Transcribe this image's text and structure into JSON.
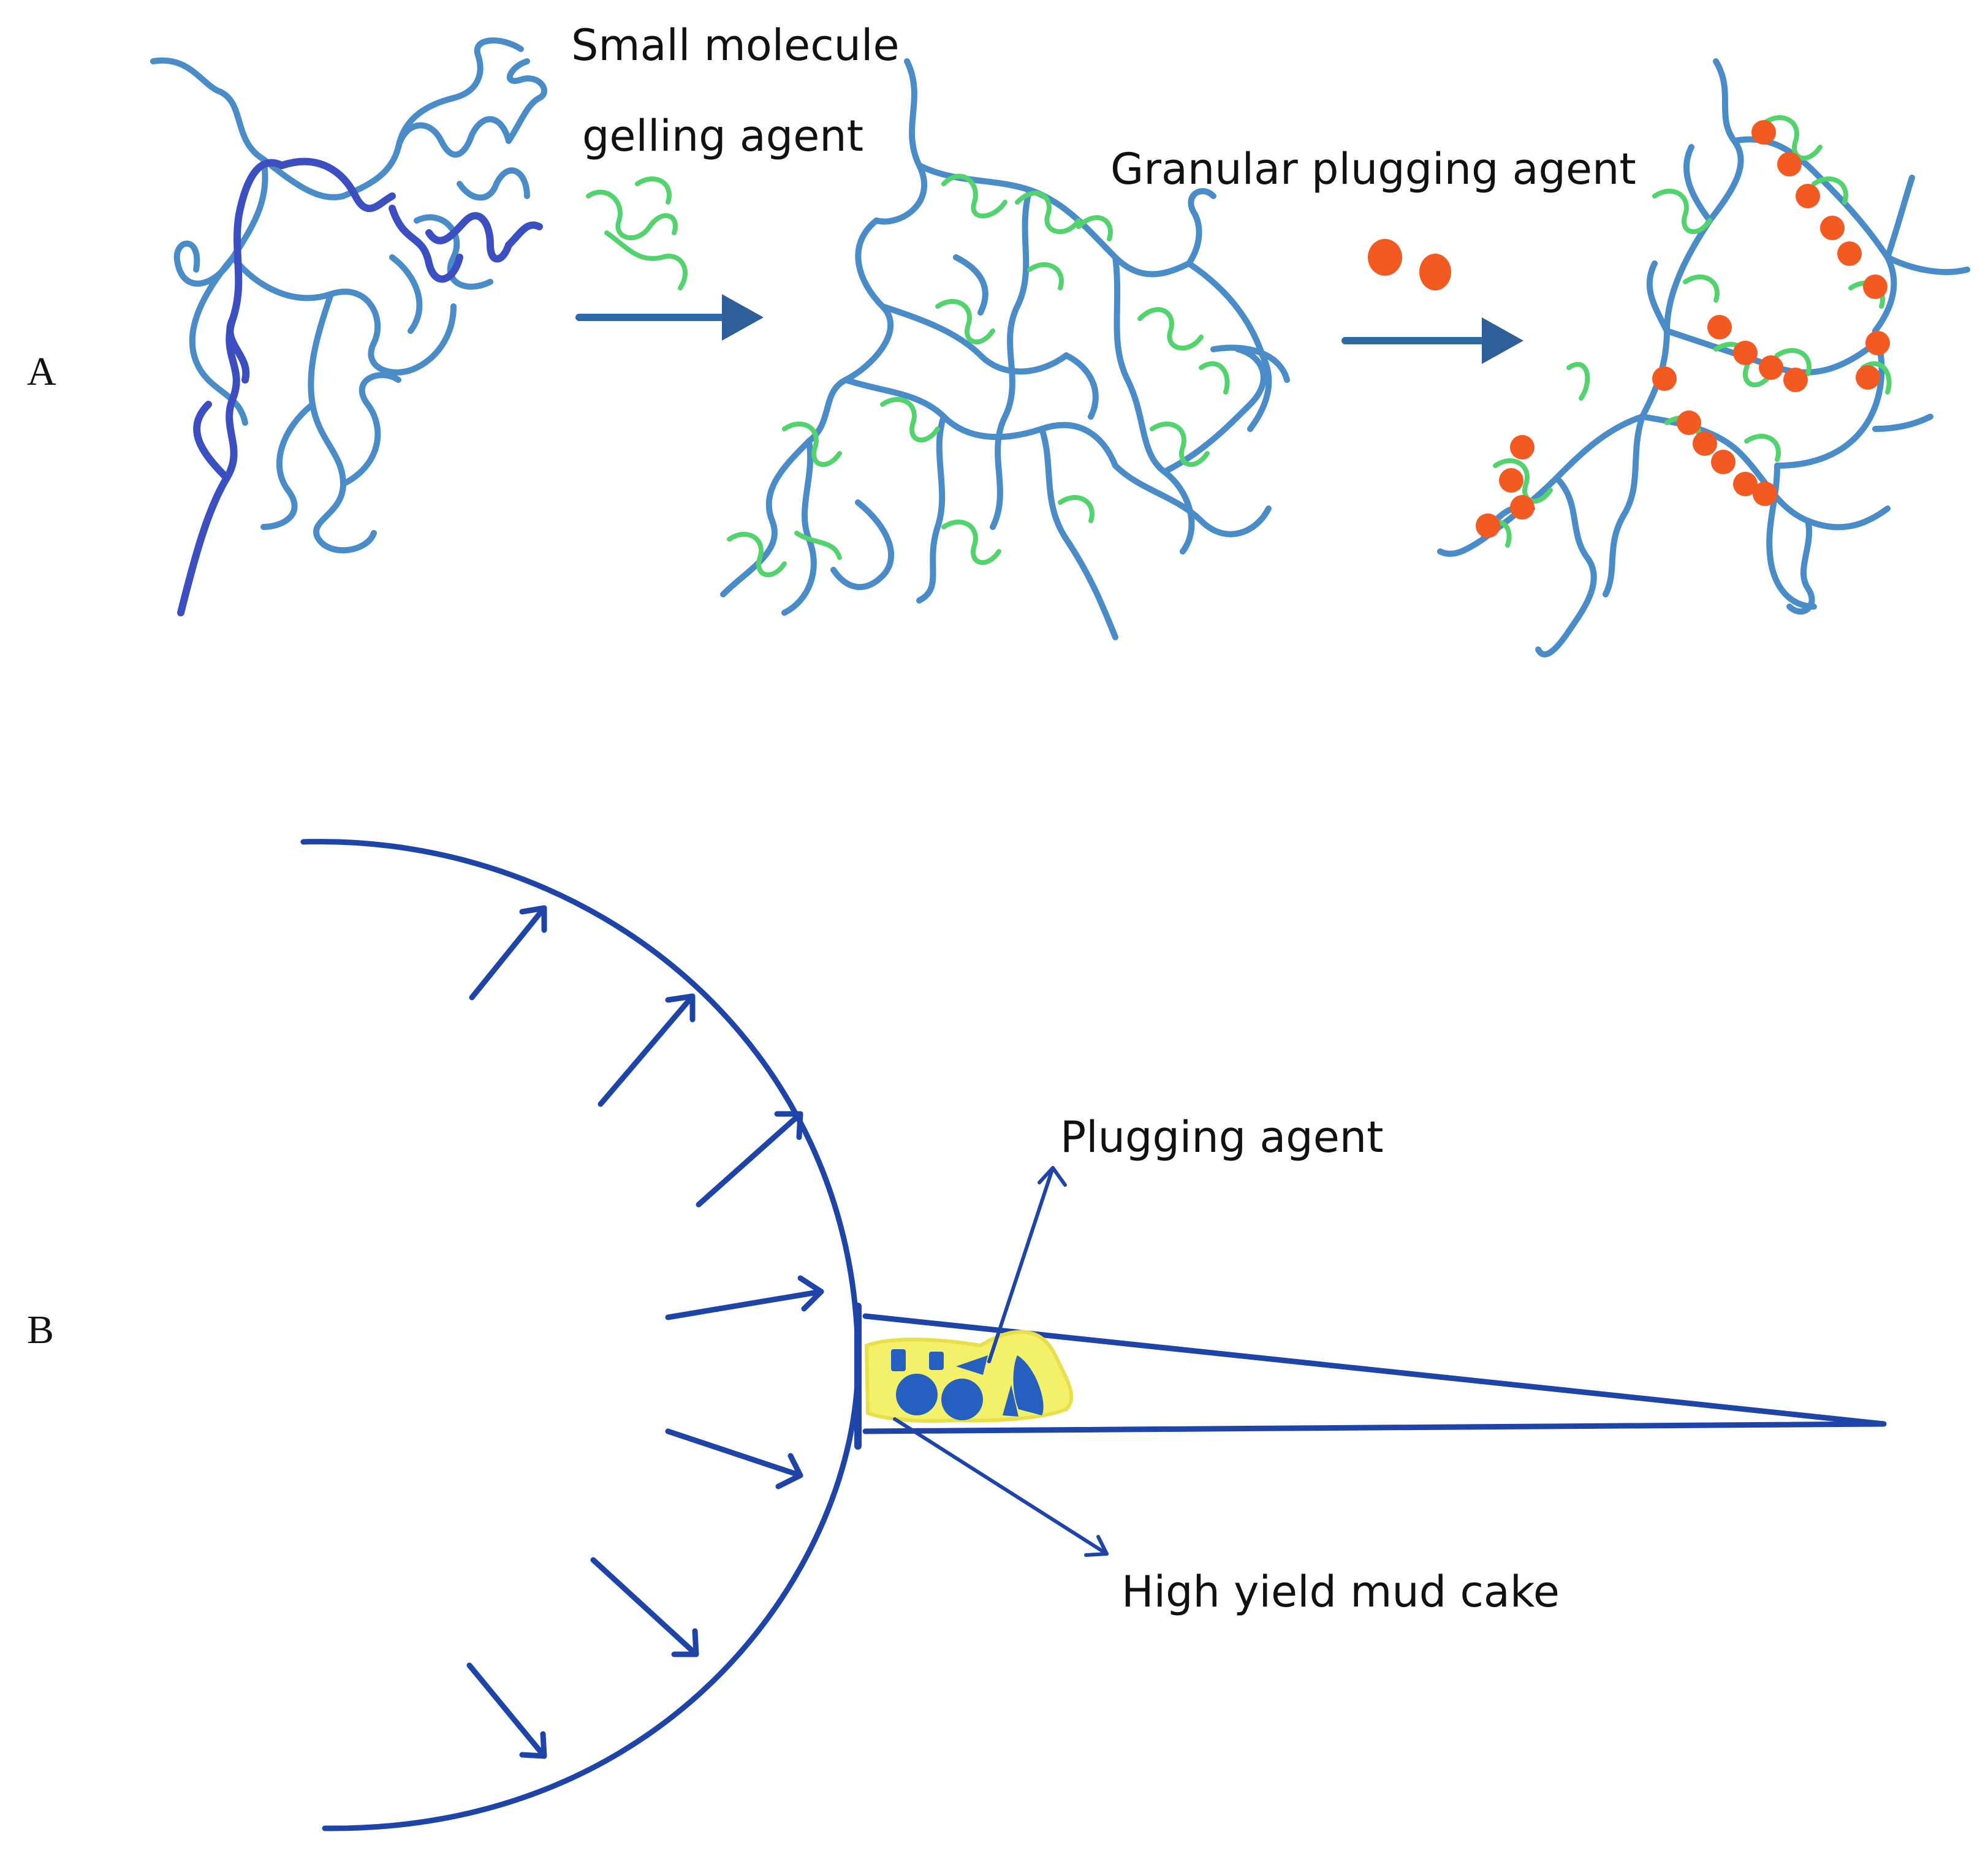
{
  "panel_a": {
    "letter": "A",
    "label_small_molecule_line1": "Small molecule",
    "label_small_molecule_line2": "gelling agent",
    "label_granular": "Granular plugging agent"
  },
  "panel_b": {
    "letter": "B",
    "label_plugging": "Plugging agent",
    "label_mud_cake": "High yield mud cake"
  },
  "colors": {
    "polymer_chain": "#4a8cc8",
    "polymer_chain_dark": "#3b4fc0",
    "gelling_agent": "#52d36e",
    "granular_particles": "#f25a22",
    "outline_blue": "#1f44a8",
    "mud_cake_fill": "#f3f06a"
  }
}
